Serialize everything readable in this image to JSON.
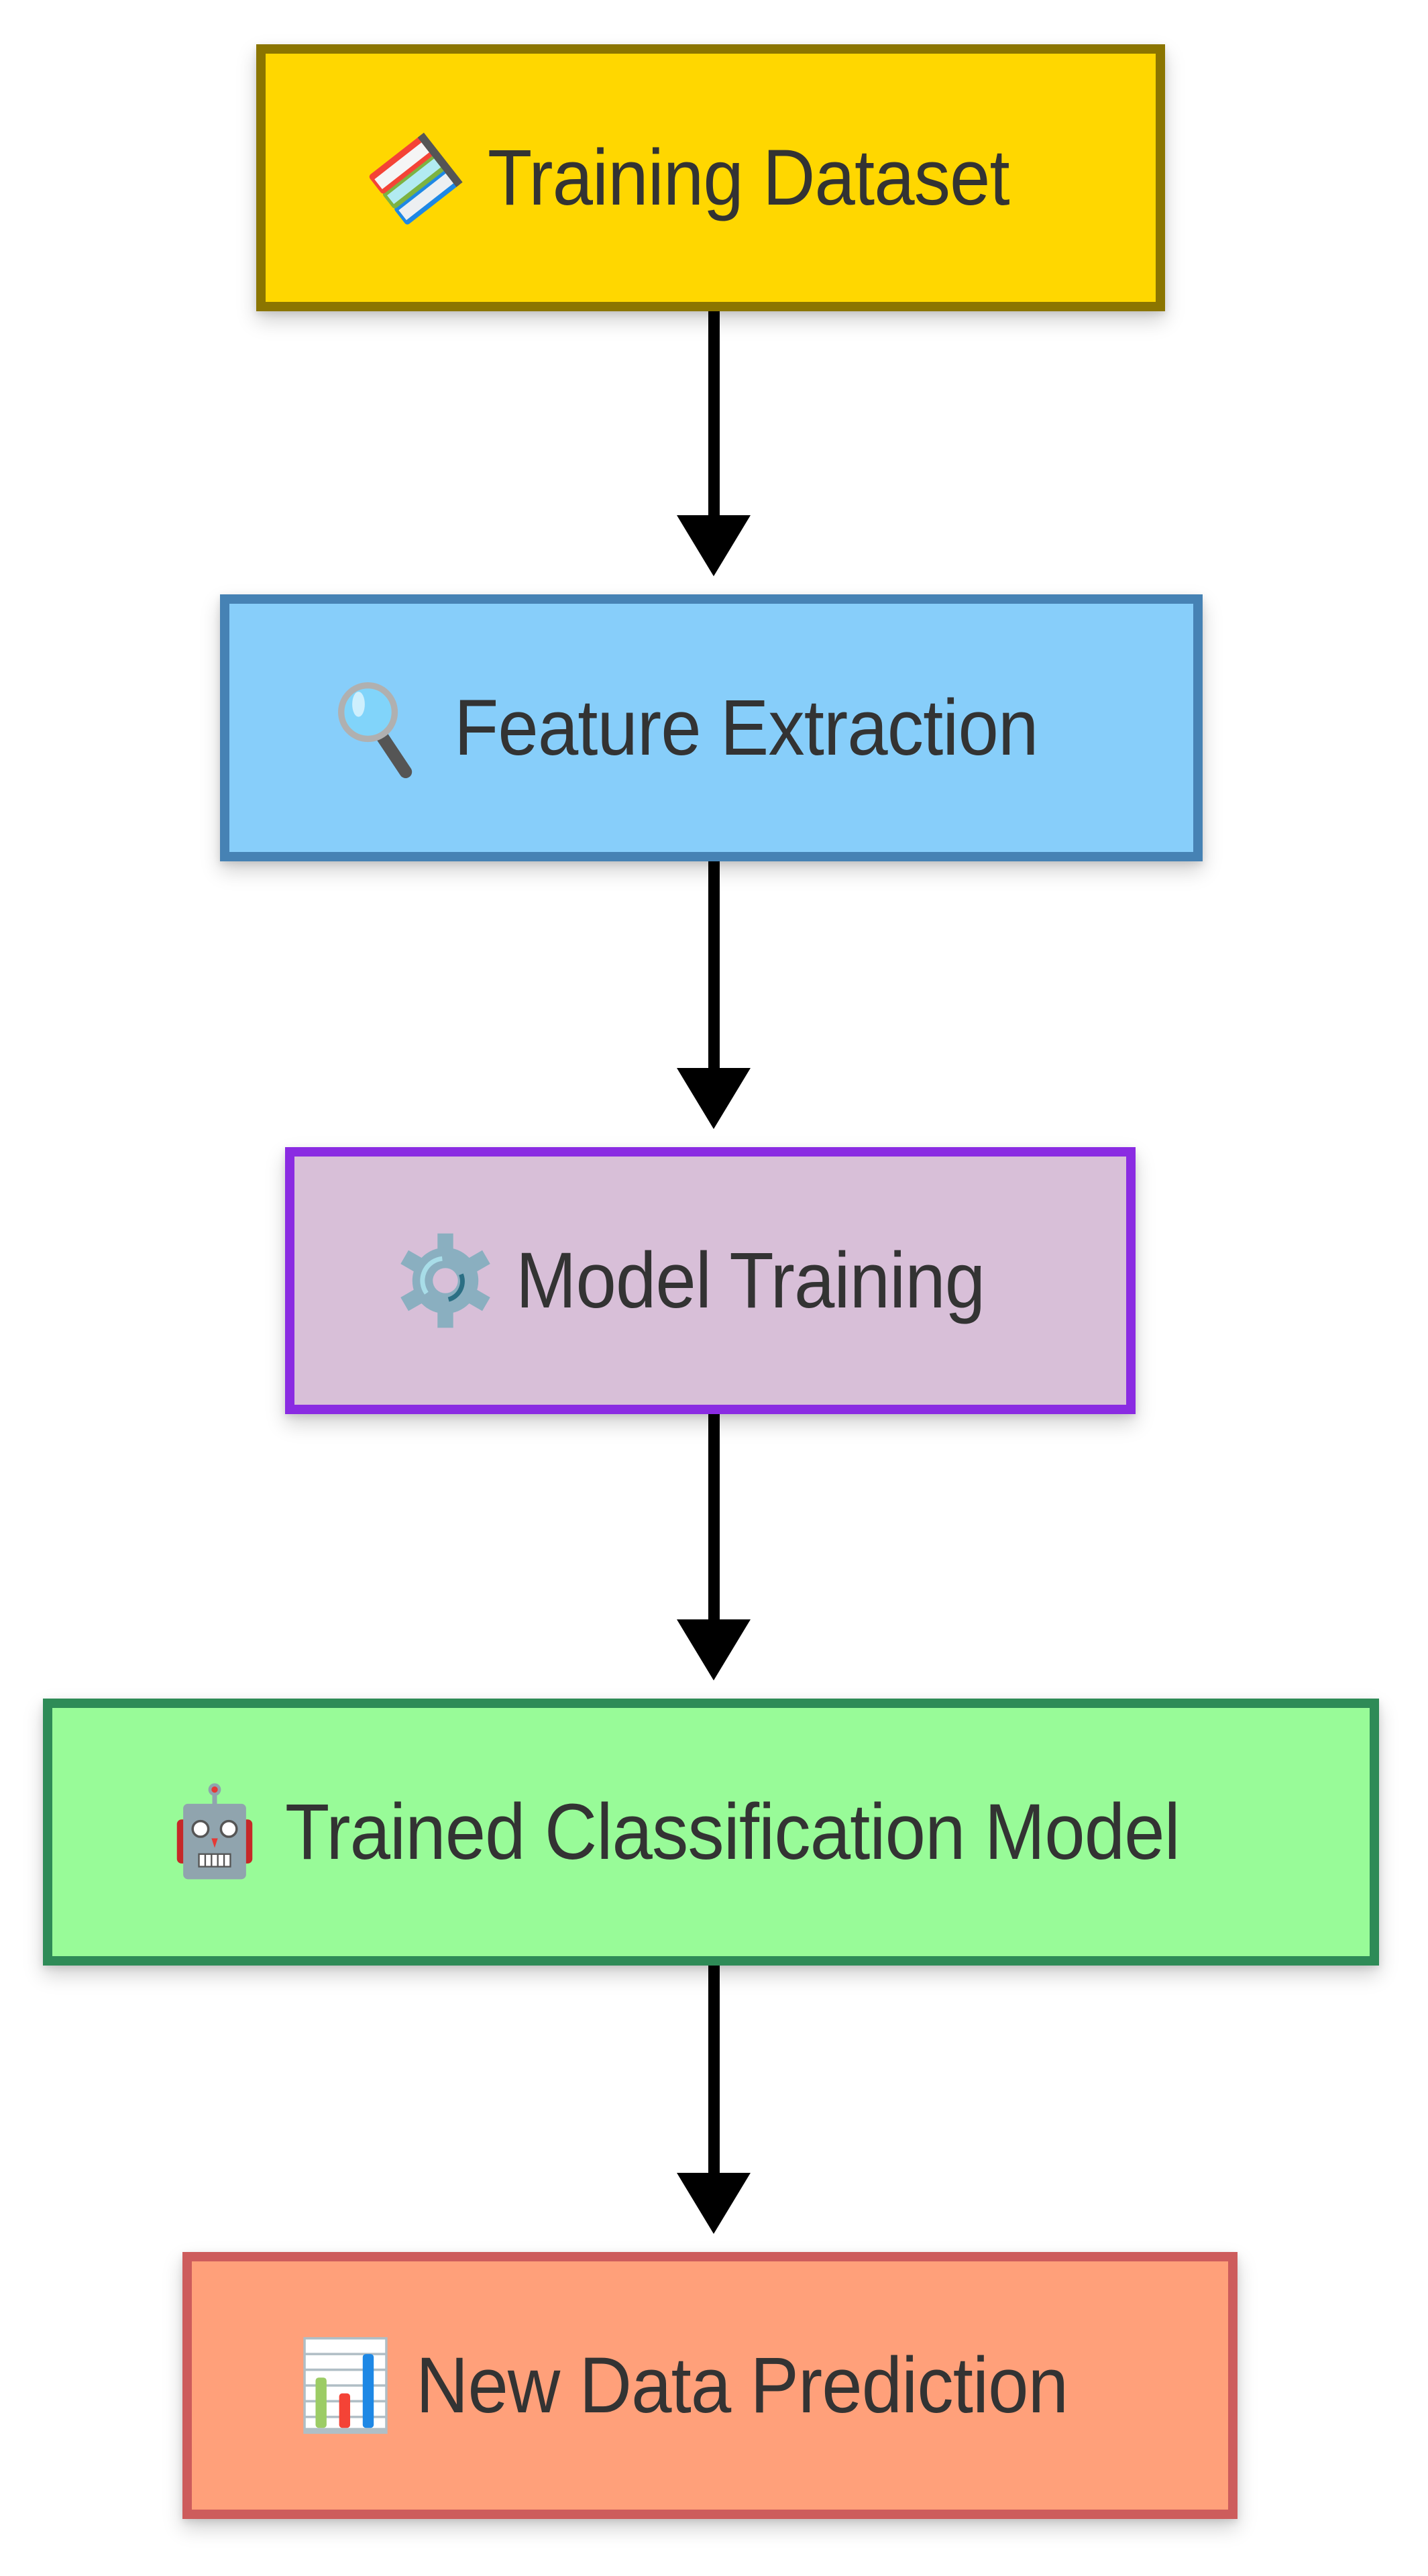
{
  "diagram": {
    "type": "flowchart",
    "direction": "top-to-bottom",
    "nodes": [
      {
        "id": "training-dataset",
        "icon": "books-icon",
        "emoji": "📚",
        "label": "Training Dataset",
        "fill": "#FFD700",
        "border": "#8B7500"
      },
      {
        "id": "feature-extraction",
        "icon": "magnifying-glass-icon",
        "emoji": "🔍",
        "label": "Feature Extraction",
        "fill": "#87CEFA",
        "border": "#4682B4"
      },
      {
        "id": "model-training",
        "icon": "gear-icon",
        "emoji": "⚙️",
        "label": "Model Training",
        "fill": "#D8BFD8",
        "border": "#8A2BE2"
      },
      {
        "id": "trained-classification-model",
        "icon": "robot-icon",
        "emoji": "🤖",
        "label": "Trained Classification Model",
        "fill": "#98FB98",
        "border": "#2E8B57"
      },
      {
        "id": "new-data-prediction",
        "icon": "bar-chart-icon",
        "emoji": "📊",
        "label": "New Data Prediction",
        "fill": "#FFA07A",
        "border": "#CD5C5C"
      }
    ],
    "edges": [
      {
        "from": "training-dataset",
        "to": "feature-extraction"
      },
      {
        "from": "feature-extraction",
        "to": "model-training"
      },
      {
        "from": "model-training",
        "to": "trained-classification-model"
      },
      {
        "from": "trained-classification-model",
        "to": "new-data-prediction"
      }
    ],
    "edge_color": "#000000",
    "text_color": "#333333"
  }
}
